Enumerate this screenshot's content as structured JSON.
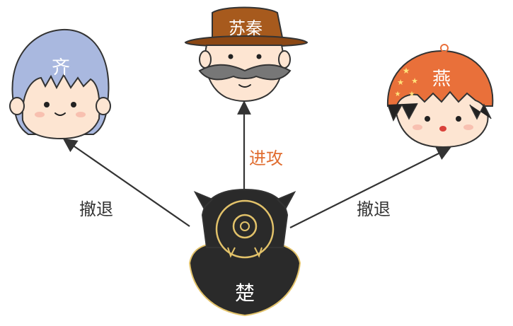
{
  "characters": {
    "qi": {
      "label": "齐",
      "cap_color": "#a9b8df"
    },
    "suqin": {
      "label": "苏秦",
      "hat_color": "#a75a1d"
    },
    "yan": {
      "label": "燕",
      "cap_color": "#e9703a"
    },
    "chu": {
      "label": "楚",
      "body_color": "#2a2a2a",
      "trim_color": "#e2c26a"
    }
  },
  "edges": {
    "to_qi": {
      "label": "撤退",
      "color": "#333333"
    },
    "to_suqin": {
      "label": "进攻",
      "color": "#e06c2f"
    },
    "to_yan": {
      "label": "撤退",
      "color": "#333333"
    }
  }
}
